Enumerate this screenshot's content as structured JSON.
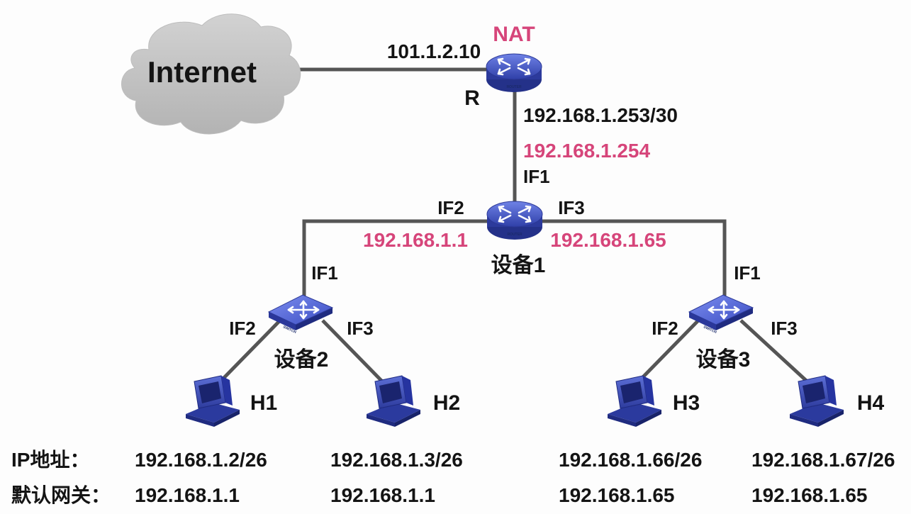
{
  "cloud": {
    "label": "Internet"
  },
  "router": {
    "name": "R",
    "nat_label": "NAT",
    "wan_ip": "101.1.2.10",
    "lan_ip": "192.168.1.253/30",
    "icon_text": "ROUTER"
  },
  "device1": {
    "name": "设备1",
    "if1_ip": "192.168.1.254",
    "if1": "IF1",
    "if2": "IF2",
    "if2_ip": "192.168.1.1",
    "if3": "IF3",
    "if3_ip": "192.168.1.65",
    "icon_text": "ROUTER"
  },
  "device2": {
    "name": "设备2",
    "if1": "IF1",
    "if2": "IF2",
    "if3": "IF3",
    "icon_text": "SWITCH"
  },
  "device3": {
    "name": "设备3",
    "if1": "IF1",
    "if2": "IF2",
    "if3": "IF3",
    "icon_text": "SWITCH"
  },
  "hosts": [
    {
      "name": "H1",
      "ip": "192.168.1.2/26",
      "gateway": "192.168.1.1"
    },
    {
      "name": "H2",
      "ip": "192.168.1.3/26",
      "gateway": "192.168.1.1"
    },
    {
      "name": "H3",
      "ip": "192.168.1.66/26",
      "gateway": "192.168.1.65"
    },
    {
      "name": "H4",
      "ip": "192.168.1.67/26",
      "gateway": "192.168.1.65"
    }
  ],
  "table": {
    "ip_label": "IP地址：",
    "gateway_label": "默认网关："
  },
  "colors": {
    "accent": "#d6457a",
    "text": "#141414",
    "device_blue": "#3a4cc0",
    "link": "#555555"
  }
}
